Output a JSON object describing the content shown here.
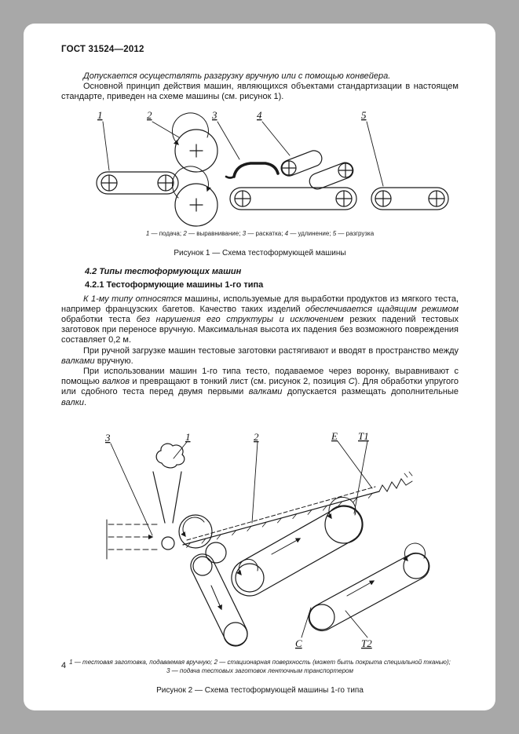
{
  "doc": {
    "header": "ГОСТ 31524—2012",
    "page_number": "4"
  },
  "intro": {
    "p1": [
      {
        "t": "Допускается осуществлять разгрузку вручную или с помощью конвейера.",
        "i": true
      }
    ],
    "p2": [
      {
        "t": "Основной принцип действия машин, являющихся объектами стандартизации в настоящем стандарте, приведен на схеме машины (см. рисунок 1).",
        "i": false
      }
    ]
  },
  "figure1": {
    "callouts": {
      "c1": "1",
      "c2": "2",
      "c3": "3",
      "c4": "4",
      "c5": "5"
    },
    "legend": [
      {
        "t": "1",
        "i": true
      },
      {
        "t": " — подача; ",
        "i": false
      },
      {
        "t": "2",
        "i": true
      },
      {
        "t": " — выравнивание; ",
        "i": false
      },
      {
        "t": "3",
        "i": true
      },
      {
        "t": " — раскатка; ",
        "i": false
      },
      {
        "t": "4",
        "i": true
      },
      {
        "t": " — удлинение; ",
        "i": false
      },
      {
        "t": "5",
        "i": true
      },
      {
        "t": " — разгрузка",
        "i": false
      }
    ],
    "caption": "Рисунок 1 — Схема тестоформующей машины"
  },
  "section42": {
    "heading": "4.2 Типы тестоформующих машин",
    "subheading": "4.2.1 Тестоформующие машины 1-го типа",
    "p1": [
      {
        "t": "К 1-му типу относятся",
        "i": true
      },
      {
        "t": " машины, используемые для выработки продуктов из мягкого теста, например французских багетов. Качество таких изделий ",
        "i": false
      },
      {
        "t": "обеспечивается щадящим режимом",
        "i": true
      },
      {
        "t": " обработки теста ",
        "i": false
      },
      {
        "t": "без нарушения его структуры и исключением",
        "i": true
      },
      {
        "t": " резких падений тестовых заготовок при переносе вручную. Максимальная высота их падения без возможного повреждения составляет 0,2 м.",
        "i": false
      }
    ],
    "p2": [
      {
        "t": "При ручной загрузке машин тестовые заготовки растягивают и вводят в пространство между ",
        "i": false
      },
      {
        "t": "валками",
        "i": true
      },
      {
        "t": " вручную.",
        "i": false
      }
    ],
    "p3": [
      {
        "t": "При использовании машин 1-го типа тесто, подаваемое через воронку, выравнивают с помощью ",
        "i": false
      },
      {
        "t": "валков",
        "i": true
      },
      {
        "t": " и превращают в тонкий лист (см. рисунок 2, позиция ",
        "i": false
      },
      {
        "t": "С",
        "i": true
      },
      {
        "t": "). Для обработки упругого или сдобного теста перед двумя первыми ",
        "i": false
      },
      {
        "t": "валками",
        "i": true
      },
      {
        "t": " допускается размещать дополнительные ",
        "i": false
      },
      {
        "t": "валки",
        "i": true
      },
      {
        "t": ".",
        "i": false
      }
    ]
  },
  "figure2": {
    "labels": {
      "l3": "3",
      "l1": "1",
      "l2": "2",
      "lE": "E",
      "lT1": "T1",
      "lC": "C",
      "lT2": "T2"
    },
    "legend_line1": "1 — тестовая заготовка, подаваемая вручную; 2 — стационарная поверхность (может быть покрыта специальной тканью);",
    "legend_line2": "3 — подача тестовых заготовок ленточным транспортером",
    "caption": "Рисунок 2 — Схема тестоформующей машины 1-го типа"
  }
}
